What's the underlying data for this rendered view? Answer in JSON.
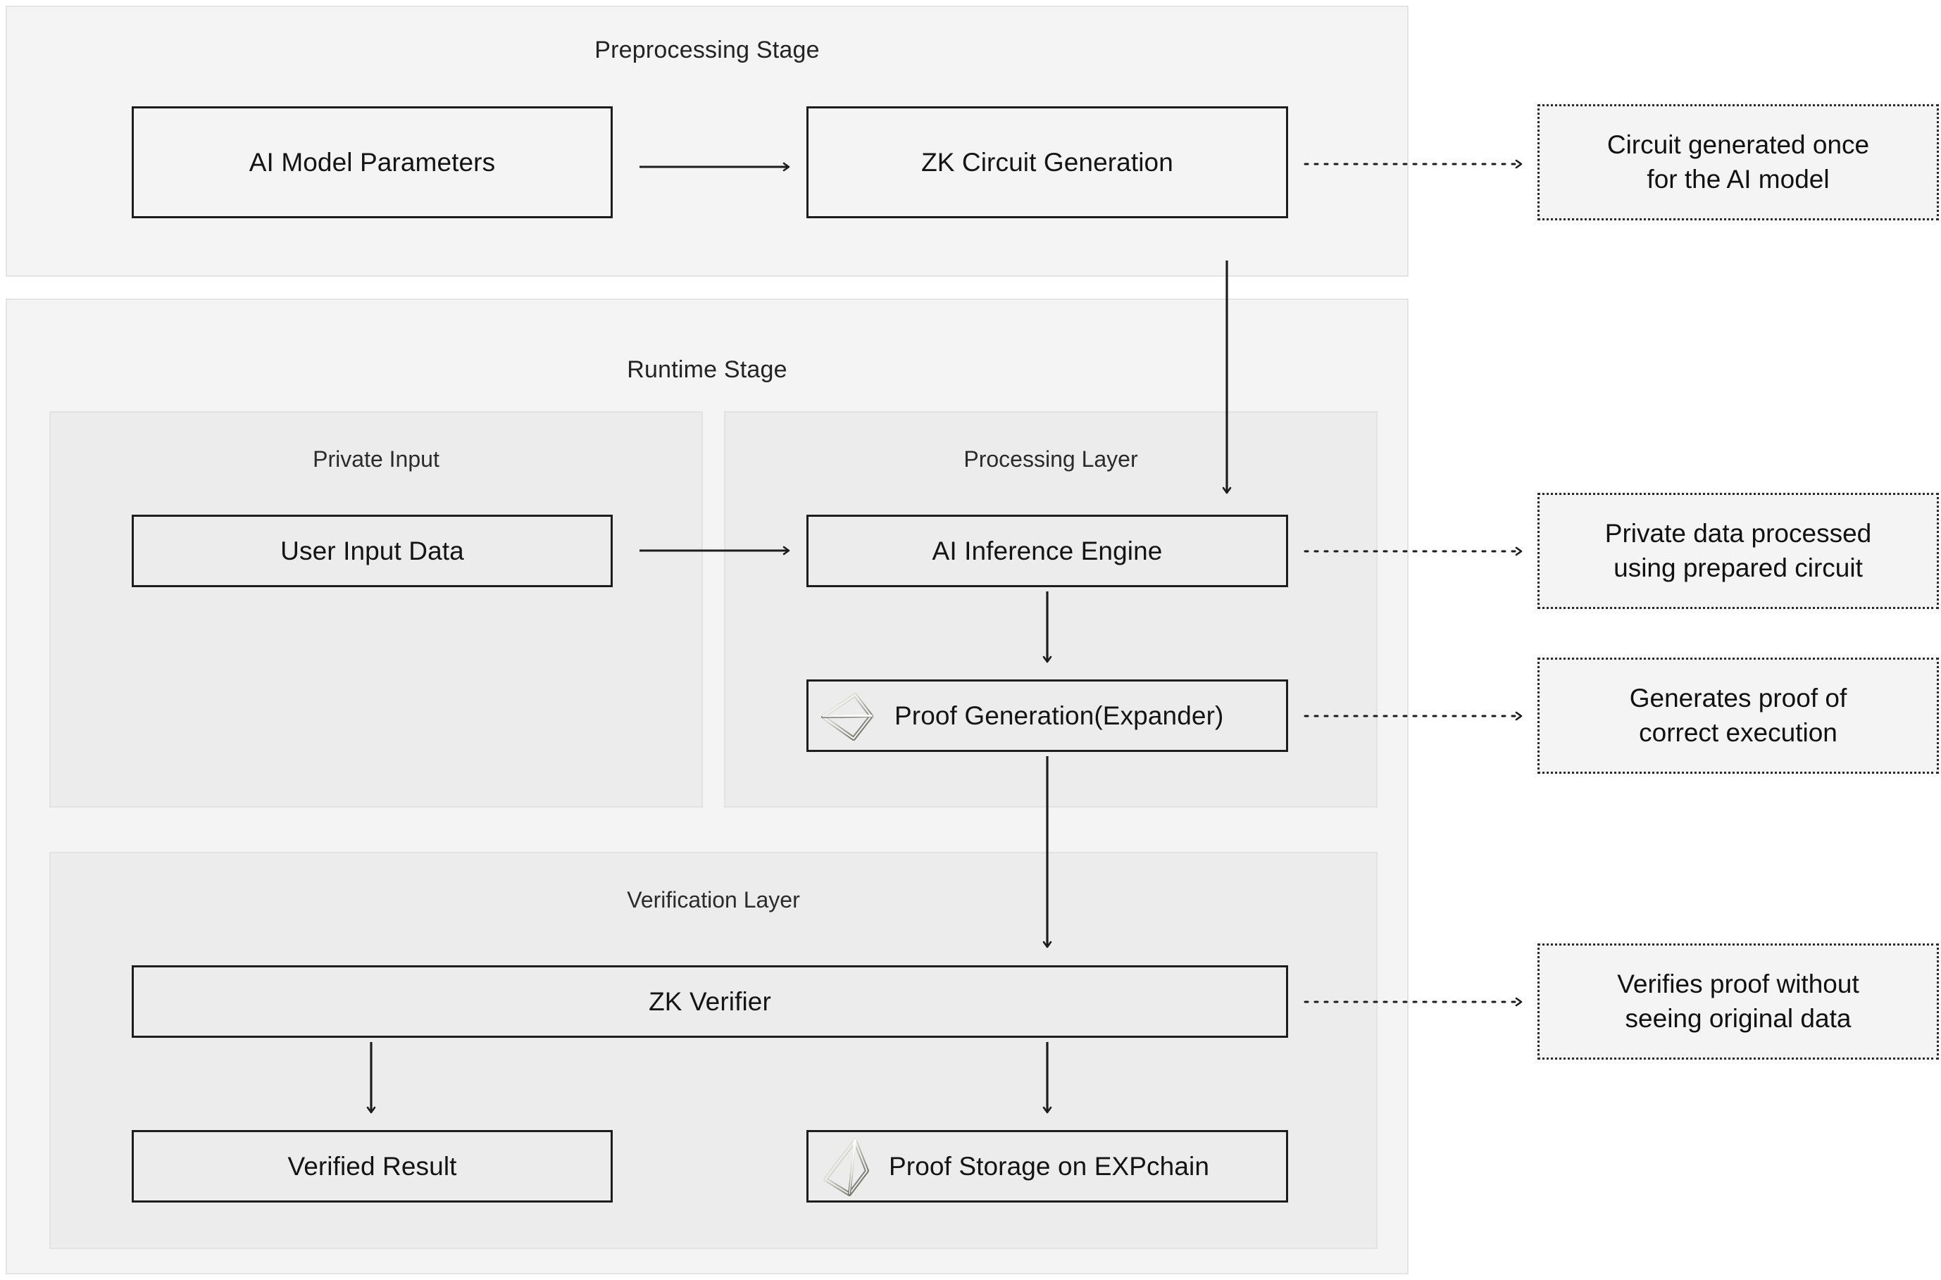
{
  "diagram": {
    "title_preprocessing": "Preprocessing Stage",
    "title_runtime": "Runtime Stage",
    "groups": {
      "private_input": "Private Input",
      "processing_layer": "Processing Layer",
      "verification_layer": "Verification Layer"
    },
    "nodes": {
      "ai_model_parameters": "AI Model Parameters",
      "zk_circuit_generation": "ZK Circuit Generation",
      "user_input_data": "User Input Data",
      "ai_inference_engine": "AI Inference Engine",
      "proof_generation": "Proof Generation(Expander)",
      "zk_verifier": "ZK Verifier",
      "verified_result": "Verified Result",
      "proof_storage": "Proof Storage on EXPchain"
    },
    "notes": {
      "circuit_once_l1": "Circuit generated once",
      "circuit_once_l2": "for the AI model",
      "private_data_l1": "Private data processed",
      "private_data_l2": "using prepared circuit",
      "generates_proof_l1": "Generates proof of",
      "generates_proof_l2": "correct execution",
      "verifies_proof_l1": "Verifies proof without",
      "verifies_proof_l2": "seeing original data"
    },
    "icons": {
      "expander_pyramid": "expander-pyramid-icon",
      "expchain_pyramid": "expchain-pyramid-icon"
    },
    "colors": {
      "page_background": "#ffffff",
      "stage_background": "#f4f4f4",
      "stage_border": "#e4e4e4",
      "group_background": "#ececec",
      "group_border": "#e2e2e2",
      "node_border": "#1d1d1d",
      "text": "#141414",
      "connector": "#1d1d1d"
    }
  }
}
